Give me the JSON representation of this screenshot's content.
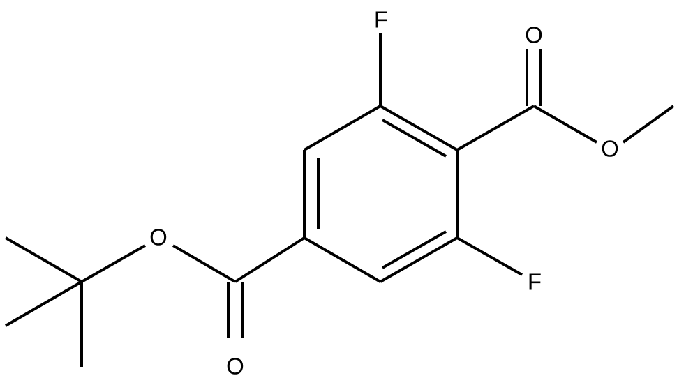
{
  "atom_labels": {
    "fluorine_top": "F",
    "fluorine_bottom": "F",
    "methyl_ester_carbonyl_oxygen": "O",
    "methyl_ester_ether_oxygen": "O",
    "tbutyl_ester_ether_oxygen": "O",
    "tbutyl_ester_carbonyl_oxygen": "O"
  },
  "colors": {
    "bond": "#000000",
    "label": "#000000",
    "background": "#ffffff"
  }
}
